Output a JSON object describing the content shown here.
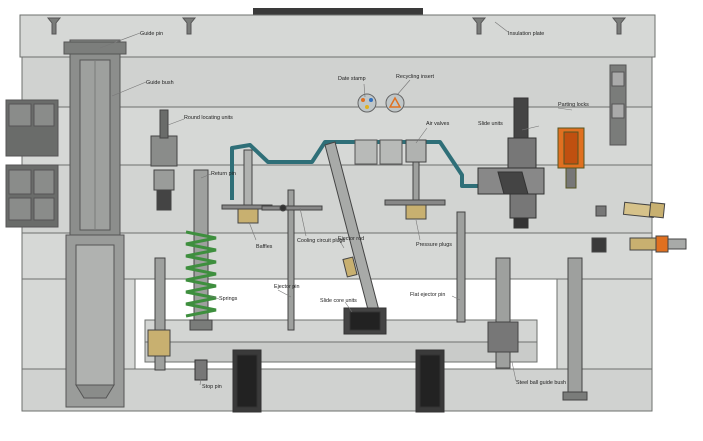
{
  "diagram": {
    "labels": {
      "guide_pin": "Guide pin",
      "insulation_plate": "Insulation plate",
      "guide_bush": "Guide bush",
      "date_stamp": "Date stamp",
      "recycling_insert": "Recycling insert",
      "round_locating_units": "Round locating units",
      "air_valves": "Air valves",
      "slide_units": "Slide units",
      "parting_locks": "Parting locks",
      "return_pin": "Return pin",
      "baffles": "Baffles",
      "cooling_circuit_plugs": "Cooling circuit plugs",
      "ejector_rod": "Ejector rod",
      "pressure_plugs": "Pressure plugs",
      "springs": "Springs",
      "ejector_pin": "Ejector pin",
      "slide_core_units": "Slide core units",
      "flat_ejector_pin": "Flat ejector pin",
      "stop_pin": "Stop pin",
      "steel_ball_guide_bush": "Steel ball guide bush"
    },
    "colors": {
      "plate": "#d6d8d6",
      "plate_edge": "#6e706e",
      "cavity": "#ffffff",
      "steel": "#9ea09e",
      "dark": "#444444",
      "coolant_line": "#2f6f78",
      "spring": "#3e8f3e",
      "brass": "#c8b070",
      "lock_orange": "#e07020",
      "background": "#ffffff"
    }
  }
}
